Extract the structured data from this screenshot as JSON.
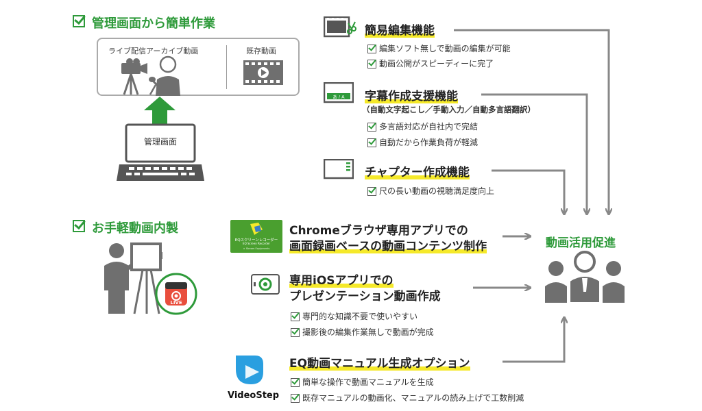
{
  "left": {
    "section1_title": "管理画面から簡単作業",
    "box_live_label": "ライブ配信アーカイブ動画",
    "box_existing_label": "既存動画",
    "laptop_label": "管理画面",
    "section2_title": "お手軽動画内製",
    "live_badge": "LIVE"
  },
  "features": {
    "edit": {
      "title": "簡易編集機能",
      "items": [
        "編集ソフト無しで動画の編集が可能",
        "動画公開がスピーディーに完了"
      ]
    },
    "subtitle": {
      "title": "字幕作成支援機能",
      "note": "（自動文字起こし／手動入力／自動多言語翻訳）",
      "items": [
        "多言語対応が自社内で完結",
        "自動だから作業負荷が軽減"
      ]
    },
    "chapter": {
      "title": "チャプター作成機能",
      "items": [
        "尺の長い動画の視聴満足度向上"
      ]
    }
  },
  "apps": {
    "chrome": {
      "line1": "Chromeブラウザ専用アプリでの",
      "line2": "画面録画ベースの動画コンテンツ制作",
      "logo_line1": "EQスクリーンレコーダー",
      "logo_line2": "EQ Screen Recorder",
      "logo_line3": "× Stream Equipments"
    },
    "ios": {
      "line1": "専用iOSアプリでの",
      "line2": "プレゼンテーション動画作成",
      "items": [
        "専門的な知識不要で使いやすい",
        "撮影後の編集作業無しで動画が完成"
      ]
    },
    "videostep": {
      "title": "EQ動画マニュアル生成オプション",
      "logo_text": "VideoStep",
      "items": [
        "簡単な操作で動画マニュアルを生成",
        "既存マニュアルの動画化、マニュアルの読み上げで工数削減"
      ]
    }
  },
  "result": {
    "title": "動画活用促進"
  },
  "colors": {
    "green": "#2e9a3a",
    "highlight": "#f5e92a",
    "gray_icon": "#6f6f6f",
    "arrow": "#888888"
  }
}
